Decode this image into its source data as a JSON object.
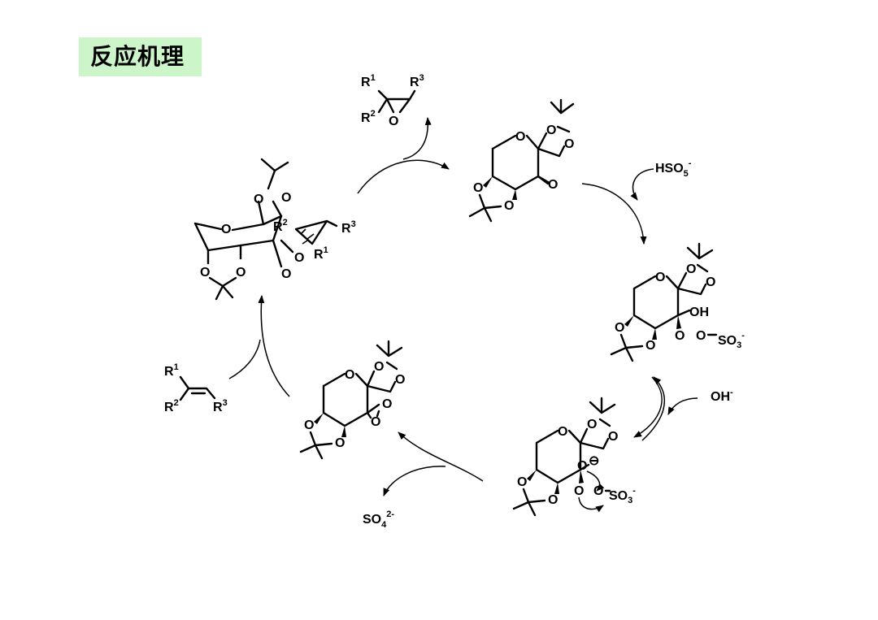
{
  "slide": {
    "title": "反应机理",
    "title_bg": "#ccf5c9"
  },
  "reagents": {
    "hso5": {
      "base": "HSO",
      "sub": "5",
      "sup": "-"
    },
    "oh": {
      "base": "OH",
      "sup": "-"
    },
    "so4": {
      "base": "SO",
      "sub": "4",
      "sup": "2-"
    }
  },
  "alkene": {
    "r1": {
      "base": "R",
      "sup": "1"
    },
    "r2": {
      "base": "R",
      "sup": "2"
    },
    "r3": {
      "base": "R",
      "sup": "3"
    }
  },
  "epoxide_product": {
    "r1": {
      "base": "R",
      "sup": "1"
    },
    "r2": {
      "base": "R",
      "sup": "2"
    },
    "r3": {
      "base": "R",
      "sup": "3"
    },
    "oxygen": "O"
  },
  "intermediates": {
    "adduct": {
      "oh": "OH",
      "o_label": "O",
      "so3": "SO",
      "so3_sub": "3",
      "so3_sup": "-"
    },
    "alkoxide": {
      "o_label": "O",
      "charge": "⊖",
      "so3": "SO",
      "so3_sub": "3",
      "so3_sup": "-"
    },
    "transition_state": {
      "r1": {
        "base": "R",
        "sup": "1"
      },
      "r2": {
        "base": "R",
        "sup": "2"
      },
      "r3": {
        "base": "R",
        "sup": "3"
      }
    }
  },
  "atom_label": "O"
}
